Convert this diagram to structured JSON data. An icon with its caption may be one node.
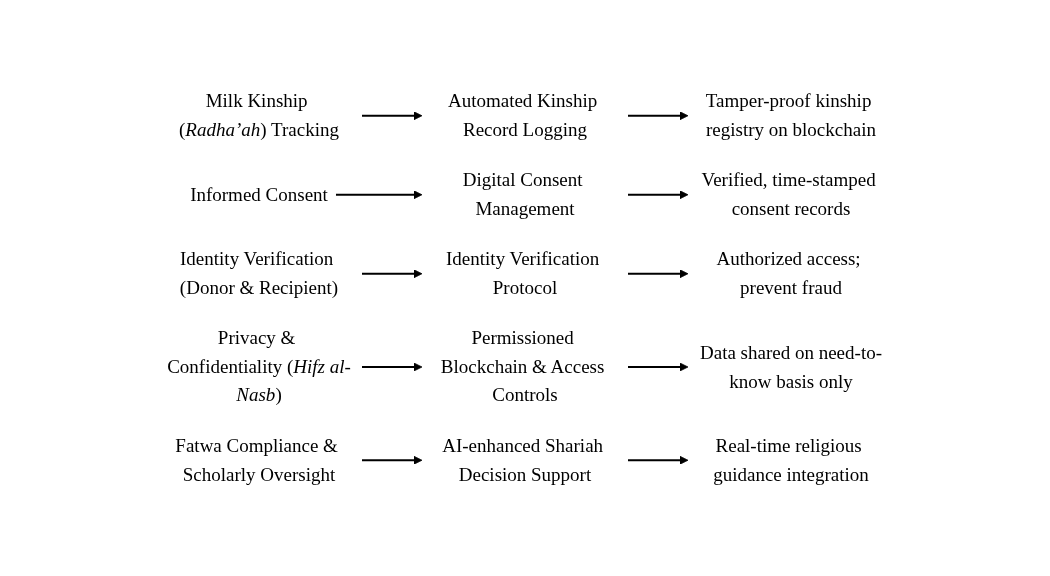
{
  "diagram": {
    "nodes": [
      {
        "text": [
          "Milk Kinship (*Radha’ah*) Tracking"
        ]
      },
      {
        "text": [
          "Automated Kinship Record Logging"
        ]
      },
      {
        "text": [
          "Tamper-proof kinship registry on blockchain"
        ]
      },
      {
        "text": [
          "Informed Consent"
        ]
      },
      {
        "text": [
          "Digital Consent Management"
        ]
      },
      {
        "text": [
          "Verified, time-stamped consent records"
        ]
      },
      {
        "text": [
          "Identity Verification (Donor & Recipient)"
        ]
      },
      {
        "text": [
          "Identity Verification Protocol"
        ]
      },
      {
        "text": [
          "Authorized access; prevent fraud"
        ]
      },
      {
        "text": [
          "Privacy & Confidentiality (*Hifz al-Nasb*)"
        ]
      },
      {
        "text": [
          "Permissioned Blockchain & Access Controls"
        ]
      },
      {
        "text": [
          "Data shared on need-to-know basis only"
        ]
      },
      {
        "text": [
          "Fatwa Compliance & Scholarly Oversight"
        ]
      },
      {
        "text": [
          "AI-enhanced Shariah Decision Support"
        ]
      },
      {
        "text": [
          "Real-time religious guidance integration"
        ]
      }
    ],
    "edges": [
      {
        "from": 0,
        "to": 1,
        "arrow": "to"
      },
      {
        "from": 1,
        "to": 2,
        "arrow": "to"
      },
      {
        "from": 3,
        "to": 4,
        "arrow": "to"
      },
      {
        "from": 4,
        "to": 5,
        "arrow": "to"
      },
      {
        "from": 6,
        "to": 7,
        "arrow": "to"
      },
      {
        "from": 7,
        "to": 8,
        "arrow": "to"
      },
      {
        "from": 9,
        "to": 10,
        "arrow": "to"
      },
      {
        "from": 10,
        "to": 11,
        "arrow": "to"
      },
      {
        "from": 12,
        "to": 13,
        "arrow": "to"
      },
      {
        "from": 13,
        "to": 14,
        "arrow": "to"
      }
    ]
  }
}
